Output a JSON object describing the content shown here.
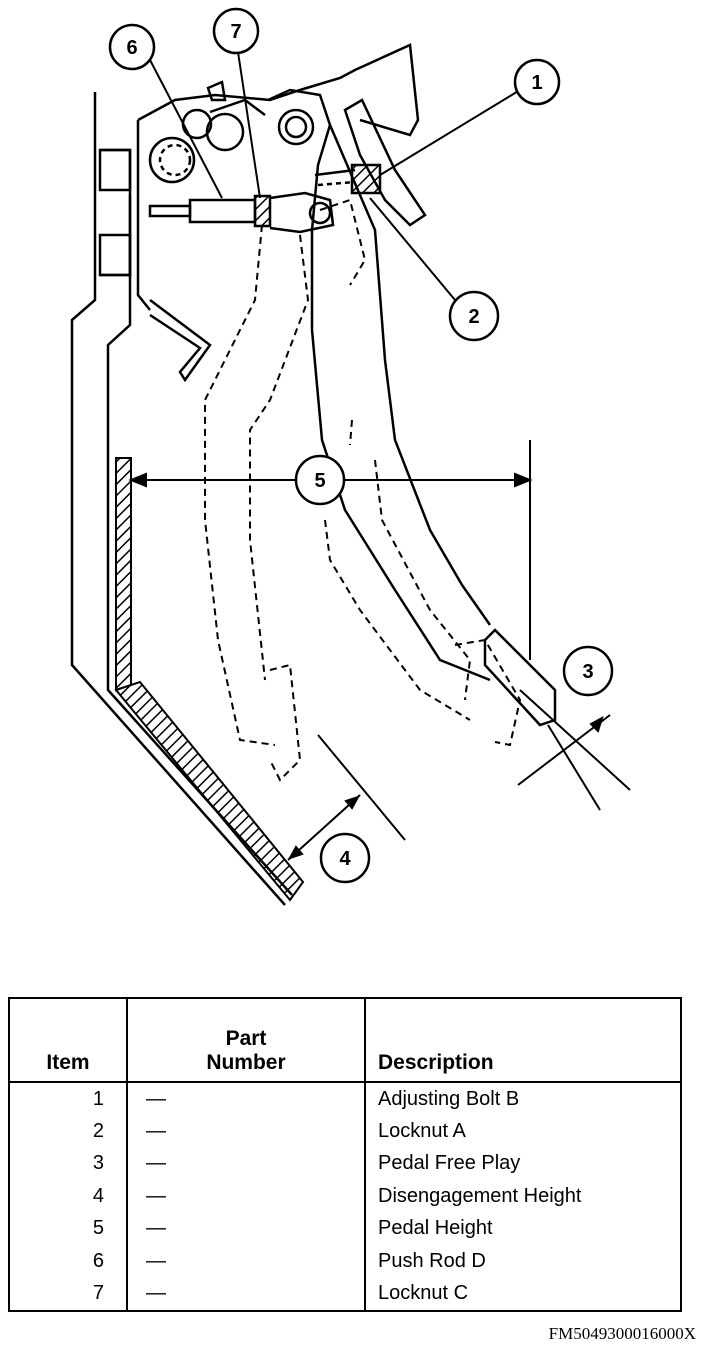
{
  "diagram": {
    "callouts": [
      "1",
      "2",
      "3",
      "4",
      "5",
      "6",
      "7"
    ]
  },
  "table": {
    "headers": {
      "item": "Item",
      "part_number_line1": "Part",
      "part_number_line2": "Number",
      "description": "Description"
    },
    "rows": [
      {
        "item": "1",
        "part_number": "—",
        "description": "Adjusting Bolt B"
      },
      {
        "item": "2",
        "part_number": "—",
        "description": "Locknut A"
      },
      {
        "item": "3",
        "part_number": "—",
        "description": "Pedal Free Play"
      },
      {
        "item": "4",
        "part_number": "—",
        "description": "Disengagement Height"
      },
      {
        "item": "5",
        "part_number": "—",
        "description": "Pedal Height"
      },
      {
        "item": "6",
        "part_number": "—",
        "description": "Push Rod D"
      },
      {
        "item": "7",
        "part_number": "—",
        "description": "Locknut C"
      }
    ]
  },
  "figure_code": "FM5049300016000X"
}
